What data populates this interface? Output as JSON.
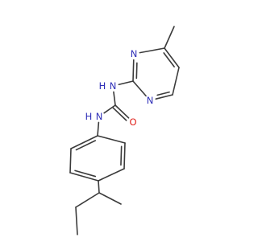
{
  "molecule": {
    "colors": {
      "bond": "#3b3b3b",
      "N": "#2f2fb8",
      "O": "#e0201a",
      "H": "#2f2fb8"
    },
    "atoms": [
      {
        "id": "a_me_pyr",
        "element": "C",
        "label": ""
      },
      {
        "id": "a_c4",
        "element": "C",
        "label": ""
      },
      {
        "id": "a_n3",
        "element": "N",
        "label": "N"
      },
      {
        "id": "a_c2",
        "element": "C",
        "label": ""
      },
      {
        "id": "a_n1",
        "element": "N",
        "label": "N"
      },
      {
        "id": "a_c6",
        "element": "C",
        "label": ""
      },
      {
        "id": "a_c5",
        "element": "C",
        "label": ""
      },
      {
        "id": "a_nh_top",
        "element": "N",
        "label": "N",
        "h": "H"
      },
      {
        "id": "a_c_urea",
        "element": "C",
        "label": ""
      },
      {
        "id": "a_o",
        "element": "O",
        "label": "O"
      },
      {
        "id": "a_nh_bot",
        "element": "N",
        "label": "N",
        "h": "H"
      },
      {
        "id": "a_p1",
        "element": "C",
        "label": ""
      },
      {
        "id": "a_p2",
        "element": "C",
        "label": ""
      },
      {
        "id": "a_p3",
        "element": "C",
        "label": ""
      },
      {
        "id": "a_p4",
        "element": "C",
        "label": ""
      },
      {
        "id": "a_p5",
        "element": "C",
        "label": ""
      },
      {
        "id": "a_p6",
        "element": "C",
        "label": ""
      },
      {
        "id": "a_ch",
        "element": "C",
        "label": ""
      },
      {
        "id": "a_me_ch",
        "element": "C",
        "label": ""
      },
      {
        "id": "a_ch2",
        "element": "C",
        "label": ""
      },
      {
        "id": "a_me_end",
        "element": "C",
        "label": ""
      }
    ],
    "bonds": [
      {
        "from": "a_me_pyr",
        "to": "a_c4",
        "order": 1
      },
      {
        "from": "a_c4",
        "to": "a_n3",
        "order": 1
      },
      {
        "from": "a_n3",
        "to": "a_c2",
        "order": 2
      },
      {
        "from": "a_c2",
        "to": "a_n1",
        "order": 1
      },
      {
        "from": "a_n1",
        "to": "a_c6",
        "order": 2
      },
      {
        "from": "a_c6",
        "to": "a_c5",
        "order": 1
      },
      {
        "from": "a_c5",
        "to": "a_c4",
        "order": 2
      },
      {
        "from": "a_c2",
        "to": "a_nh_top",
        "order": 1
      },
      {
        "from": "a_nh_top",
        "to": "a_c_urea",
        "order": 1
      },
      {
        "from": "a_c_urea",
        "to": "a_o",
        "order": 2
      },
      {
        "from": "a_c_urea",
        "to": "a_nh_bot",
        "order": 1
      },
      {
        "from": "a_nh_bot",
        "to": "a_p1",
        "order": 1
      },
      {
        "from": "a_p1",
        "to": "a_p2",
        "order": 2
      },
      {
        "from": "a_p2",
        "to": "a_p3",
        "order": 1
      },
      {
        "from": "a_p3",
        "to": "a_p4",
        "order": 2
      },
      {
        "from": "a_p4",
        "to": "a_p5",
        "order": 1
      },
      {
        "from": "a_p5",
        "to": "a_p6",
        "order": 2
      },
      {
        "from": "a_p6",
        "to": "a_p1",
        "order": 1
      },
      {
        "from": "a_p4",
        "to": "a_ch",
        "order": 1
      },
      {
        "from": "a_ch",
        "to": "a_me_ch",
        "order": 1
      },
      {
        "from": "a_ch",
        "to": "a_ch2",
        "order": 1
      },
      {
        "from": "a_ch2",
        "to": "a_me_end",
        "order": 1
      }
    ]
  }
}
